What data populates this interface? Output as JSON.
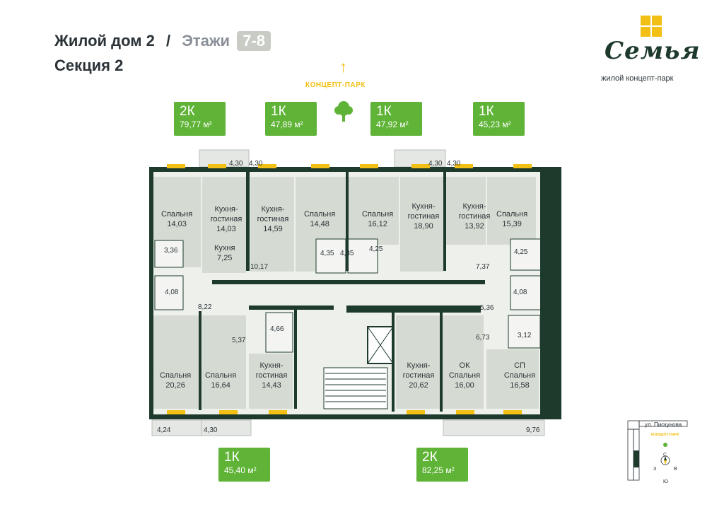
{
  "header": {
    "building": "Жилой дом 2",
    "separator": "/",
    "floors_label": "Этажи",
    "floors_value": "7-8",
    "section": "Секция 2"
  },
  "logo": {
    "word": "Семья",
    "subtitle": "жилой концепт-парк"
  },
  "park": {
    "label": "КОНЦЕПТ-ПАРК",
    "arrow_icon": "arrow-up-icon",
    "tree_icon": "tree-icon"
  },
  "apartments": [
    {
      "type": "2К",
      "area": "79,77 м²"
    },
    {
      "type": "1К",
      "area": "47,89 м²"
    },
    {
      "type": "1К",
      "area": "47,92 м²"
    },
    {
      "type": "1К",
      "area": "45,23 м²"
    },
    {
      "type": "1К",
      "area": "45,40 м²"
    },
    {
      "type": "2К",
      "area": "82,25 м²"
    }
  ],
  "rooms": [
    {
      "name": "Спальня",
      "area": "14,03"
    },
    {
      "name": "Кухня-гостиная",
      "area": "14,03"
    },
    {
      "name": "Кухня-гостиная",
      "area": "14,59"
    },
    {
      "name": "Спальня",
      "area": "14,48"
    },
    {
      "name": "Спальня",
      "area": "16,12"
    },
    {
      "name": "Кухня-гостиная",
      "area": "18,90"
    },
    {
      "name": "Кухня-гостиная",
      "area": "13,92"
    },
    {
      "name": "Спальня",
      "area": "15,39"
    },
    {
      "name": "Кухня",
      "area": "7,25"
    },
    {
      "name": "Спальня",
      "area": "20,26"
    },
    {
      "name": "Спальня",
      "area": "16,64"
    },
    {
      "name": "Кухня-гостиная",
      "area": "14,43"
    },
    {
      "name": "Кухня-гостиная",
      "area": "20,62"
    },
    {
      "name": "ОК Спальня",
      "area": "16,00"
    },
    {
      "name": "СП Спальня",
      "area": "16,58"
    }
  ],
  "dimensions": [
    "4,30",
    "4,30",
    "4,30",
    "4,30",
    "3,36",
    "10,17",
    "4,35",
    "4,35",
    "4,25",
    "7,37",
    "4,25",
    "4,08",
    "8,22",
    "4,08",
    "5,36",
    "4,66",
    "5,37",
    "6,73",
    "3,12",
    "4,24",
    "4,30",
    "9,76"
  ],
  "minimap": {
    "street": "ул. Пискунова",
    "park_label": "КОНЦЕПТ-ПАРК",
    "compass": {
      "n": "С",
      "s": "Ю",
      "w": "З",
      "e": "В"
    }
  },
  "colors": {
    "accent_green": "#5fb336",
    "wall_dark": "#1d3a2c",
    "room_fill": "#d5dbd2",
    "window_yellow": "#f2c014"
  }
}
